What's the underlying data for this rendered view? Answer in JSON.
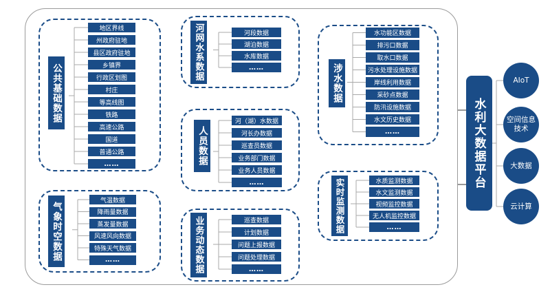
{
  "platform": {
    "title": "水利大数据平台"
  },
  "technologies": [
    "AIoT",
    "空间信息技术",
    "大数据",
    "云计算"
  ],
  "groups": {
    "public_base": {
      "title": "公共基础数据",
      "items": [
        "地区界线",
        "州政府驻地",
        "县区政府驻地",
        "乡镇界",
        "行政区划图",
        "村庄",
        "等高线图",
        "铁路",
        "高速公路",
        "国道",
        "普通公路",
        "……"
      ]
    },
    "river_network": {
      "title": "河网水系数据",
      "items": [
        "河段数据",
        "湖泊数据",
        "水库数据",
        "……"
      ]
    },
    "personnel": {
      "title": "人员数据",
      "items": [
        "河（湖）水数据",
        "河长办数据",
        "巡查员数据",
        "业务部门数据",
        "业务人员数据",
        "……"
      ]
    },
    "weather": {
      "title": "气象时空数据",
      "items": [
        "气温数据",
        "降雨量数据",
        "蒸发量数据",
        "风速风向数据",
        "特殊天气数据",
        "……"
      ]
    },
    "business_dynamic": {
      "title": "业务动态数据",
      "items": [
        "巡查数据",
        "计划数据",
        "问题上报数据",
        "问题处理数据",
        "……"
      ]
    },
    "water_related": {
      "title": "涉水数据",
      "items": [
        "水功能区数据",
        "排污口数据",
        "取水口数据",
        "污水处理设施数据",
        "岸线利用数据",
        "采砂点数据",
        "防汛设施数据",
        "水文历史数据",
        "……"
      ]
    },
    "realtime": {
      "title": "实时监测数据",
      "items": [
        "水质监测数据",
        "水文监测数据",
        "视频监控数据",
        "无人机监控数据",
        "……"
      ]
    }
  }
}
